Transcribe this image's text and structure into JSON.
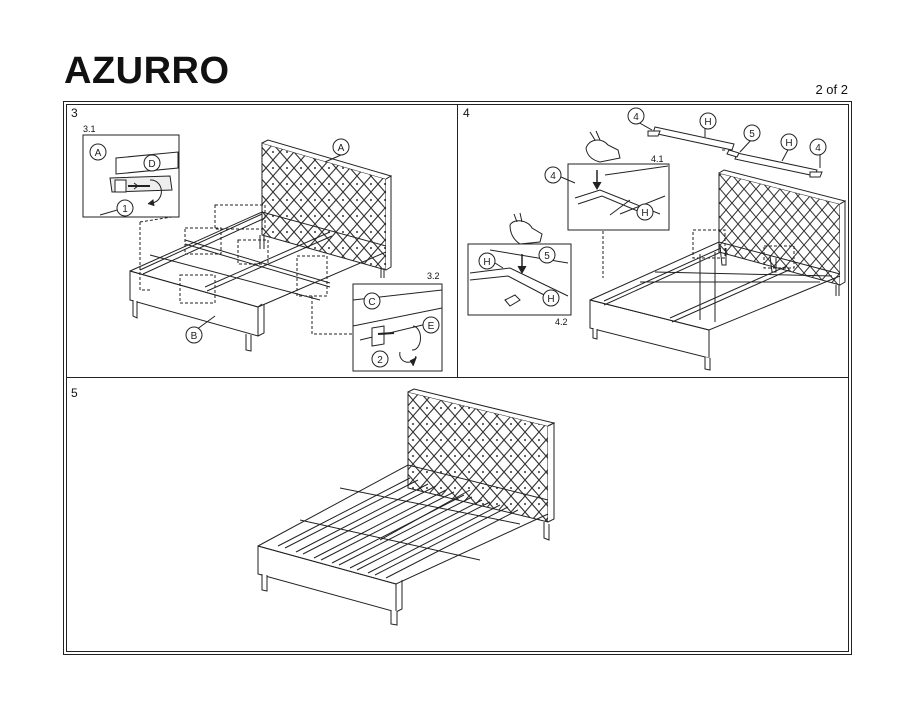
{
  "header": {
    "title": "AZURRO",
    "page": "2 of 2"
  },
  "steps": {
    "s3": {
      "number": "3",
      "detail1": "3.1",
      "detail2": "3.2"
    },
    "s4": {
      "number": "4",
      "detail1": "4.1",
      "detail2": "4.2"
    },
    "s5": {
      "number": "5"
    }
  },
  "callouts": {
    "A": "A",
    "B": "B",
    "C": "C",
    "D": "D",
    "E": "E",
    "H": "H",
    "n1": "1",
    "n2": "2",
    "n4": "4",
    "n5": "5"
  }
}
